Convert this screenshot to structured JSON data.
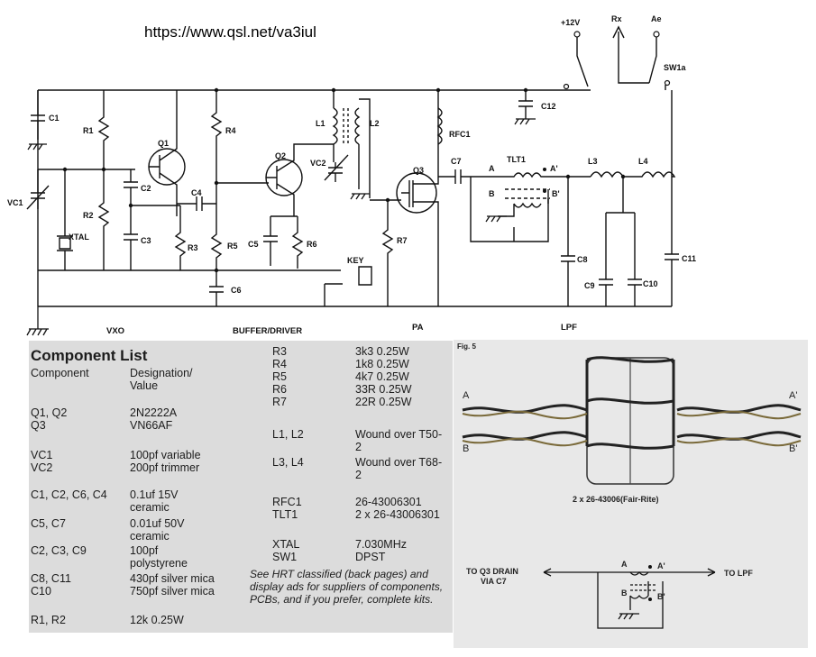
{
  "url": "https://www.qsl.net/va3iul",
  "schematic": {
    "labels": {
      "plus12v": "+12V",
      "rx": "Rx",
      "ae": "Ae",
      "sw1a": "SW1a",
      "c1": "C1",
      "c2": "C2",
      "c3": "C3",
      "c4": "C4",
      "c5": "C5",
      "c6": "C6",
      "c7": "C7",
      "c8": "C8",
      "c9": "C9",
      "c10": "C10",
      "c11": "C11",
      "c12": "C12",
      "r1": "R1",
      "r2": "R2",
      "r3": "R3",
      "r4": "R4",
      "r5": "R5",
      "r6": "R6",
      "r7": "R7",
      "q1": "Q1",
      "q2": "Q2",
      "q3": "Q3",
      "l1": "L1",
      "l2": "L2",
      "l3": "L3",
      "l4": "L4",
      "vc1": "VC1",
      "vc2": "VC2",
      "rfc1": "RFC1",
      "tlt1": "TLT1",
      "xtal": "XTAL",
      "key": "KEY",
      "a": "A",
      "a_prime": "A'",
      "b": "B",
      "b_prime": "B'"
    },
    "sections": {
      "vxo": "VXO",
      "buffer": "BUFFER/DRIVER",
      "pa": "PA",
      "lpf": "LPF"
    }
  },
  "component_list": {
    "title": "Component List",
    "header": {
      "component": "Component",
      "designation": "Designation/",
      "value": "Value"
    },
    "left": [
      {
        "c": "Q1, Q2",
        "v": "2N2222A"
      },
      {
        "c": "Q3",
        "v": "VN66AF"
      },
      {
        "c": "VC1",
        "v": "100pf variable"
      },
      {
        "c": "VC2",
        "v": "200pf trimmer"
      },
      {
        "c": "C1, C2, C6, C4",
        "v": "0.1uf 15V ceramic"
      },
      {
        "c": "C5, C7",
        "v": "0.01uf 50V ceramic"
      },
      {
        "c": "C2, C3, C9",
        "v": "100pf polystyrene"
      },
      {
        "c": "C8, C11",
        "v": "430pf silver mica"
      },
      {
        "c": "C10",
        "v": "750pf silver mica"
      },
      {
        "c": "R1, R2",
        "v": "12k 0.25W"
      }
    ],
    "right": [
      {
        "c": "R3",
        "v": "3k3 0.25W"
      },
      {
        "c": "R4",
        "v": "1k8 0.25W"
      },
      {
        "c": "R5",
        "v": "4k7 0.25W"
      },
      {
        "c": "R6",
        "v": "33R 0.25W"
      },
      {
        "c": "R7",
        "v": "22R 0.25W"
      },
      {
        "c": "L1, L2",
        "v": "Wound over T50-2"
      },
      {
        "c": "L3, L4",
        "v": "Wound over T68-2"
      },
      {
        "c": "RFC1",
        "v": "26-43006301"
      },
      {
        "c": "TLT1",
        "v": "2 x 26-43006301"
      },
      {
        "c": "XTAL",
        "v": "7.030MHz"
      },
      {
        "c": "SW1",
        "v": "DPST"
      }
    ],
    "note": "See HRT classified (back pages) and display ads for suppliers of components, PCBs, and if you prefer, complete kits."
  },
  "fig5": {
    "title": "Fig. 5",
    "a": "A",
    "a_prime": "A'",
    "b": "B",
    "b_prime": "B'",
    "caption": "2 x 26-43006(Fair-Rite)",
    "to_q3": "TO Q3 DRAIN",
    "via_c7": "VIA C7",
    "to_lpf": "TO LPF"
  }
}
